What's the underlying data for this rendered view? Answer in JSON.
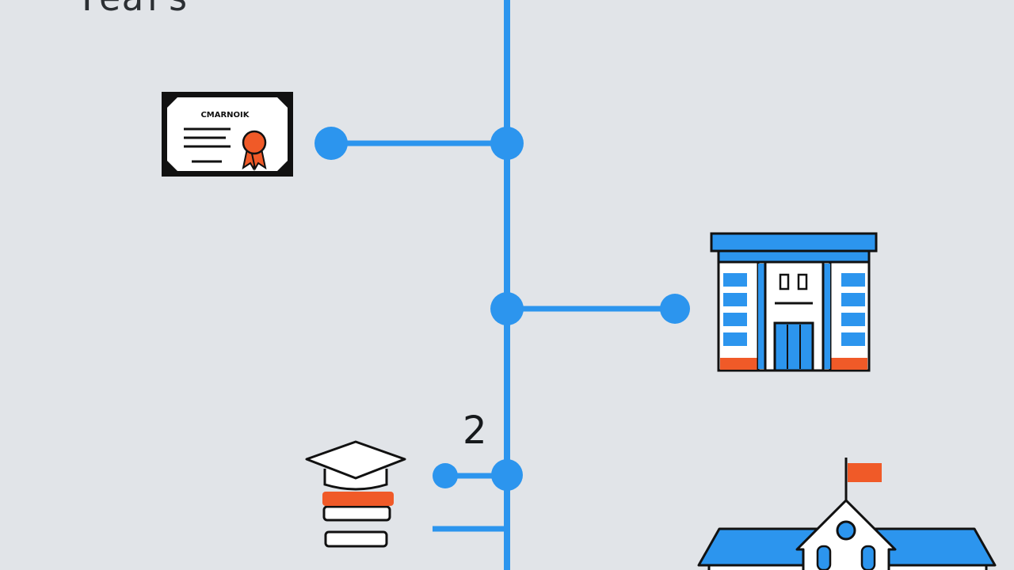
{
  "header": {
    "title": "Years"
  },
  "timeline": {
    "accent_color": "#2c95ee",
    "node_marker_label": "2",
    "milestones": [
      {
        "icon": "certificate-icon",
        "side": "left"
      },
      {
        "icon": "office-building-icon",
        "side": "right"
      },
      {
        "icon": "graduation-cap-books-icon",
        "side": "left"
      },
      {
        "icon": "school-building-icon",
        "side": "right"
      }
    ]
  },
  "certificate": {
    "heading_text": "CMARNOIK"
  },
  "colors": {
    "accent_blue": "#2c95ee",
    "accent_orange": "#f05a28",
    "outline": "#111111",
    "background": "#e1e4e8"
  }
}
